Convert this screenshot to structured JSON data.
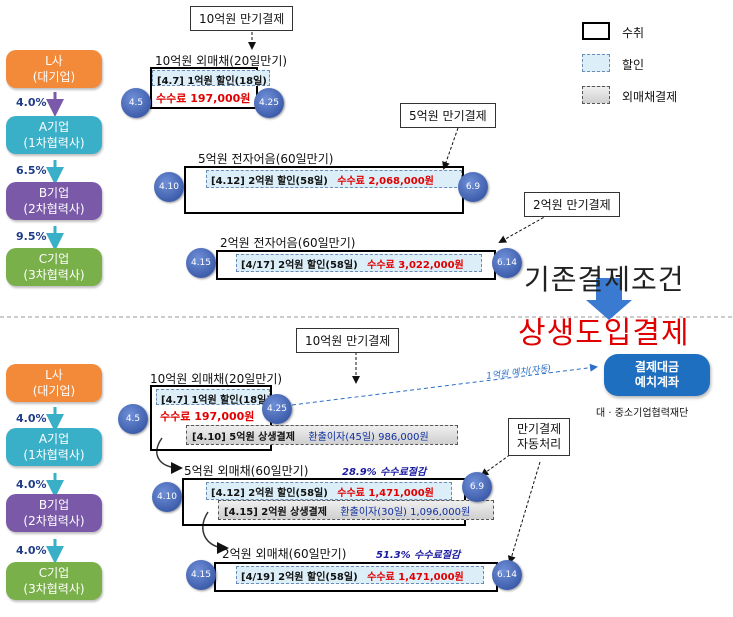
{
  "legend": {
    "receive": "수취",
    "discount": "할인",
    "foreign_settlement": "외매채결제"
  },
  "top": {
    "companies": [
      {
        "name": "L사",
        "sub": "(대기업)"
      },
      {
        "name": "A기업",
        "sub": "(1차협력사)"
      },
      {
        "name": "B기업",
        "sub": "(2차협력사)"
      },
      {
        "name": "C기업",
        "sub": "(3차협력사)"
      }
    ],
    "rates": [
      "4.0%",
      "6.5%",
      "9.5%"
    ],
    "callout1": "10억원 만기결제",
    "callout2": "5억원 만기결제",
    "callout3": "2억원 만기결제",
    "bond1_label": "10억원 외매채(20일만기)",
    "bond1_discount": "[4.7] 1억원 할인(18일)",
    "bond1_fee": "수수료 197,000원",
    "bond1_start": "4.5",
    "bond1_end": "4.25",
    "bond2_label": "5억원 전자어음(60일만기)",
    "bond2_discount": "[4.12] 2억원 할인(58일)",
    "bond2_fee": "수수료 2,068,000원",
    "bond2_start": "4.10",
    "bond2_end": "6.9",
    "bond3_label": "2억원 전자어음(60일만기)",
    "bond3_discount": "[4/17] 2억원 할인(58일)",
    "bond3_fee": "수수료 3,022,000원",
    "bond3_start": "4.15",
    "bond3_end": "6.14"
  },
  "titles": {
    "before": "기존결제조건",
    "after": "상생도입결제"
  },
  "bottom": {
    "companies": [
      {
        "name": "L사",
        "sub": "(대기업)"
      },
      {
        "name": "A기업",
        "sub": "(1차협력사)"
      },
      {
        "name": "B기업",
        "sub": "(2차협력사)"
      },
      {
        "name": "C기업",
        "sub": "(3차협력사)"
      }
    ],
    "rates": [
      "4.0%",
      "4.0%",
      "4.0%"
    ],
    "callout1": "10억원 만기결제",
    "deposit_line1": "결제대금",
    "deposit_line2": "예치계좌",
    "deposit_owner": "대 · 중소기업협력재단",
    "deposit_arrow": "1억원 예치(자동)",
    "auto_line1": "만기결제",
    "auto_line2": "자동처리",
    "bond1_label": "10억원 외매채(20일만기)",
    "bond1_discount": "[4.7] 1억원 할인(18일)",
    "bond1_fee": "수수료 197,000원",
    "bond1_settle": "[4.10] 5억원 상생결제",
    "bond1_interest": "환출이자(45일) 986,000원",
    "bond1_start": "4.5",
    "bond1_end": "4.25",
    "bond2_label": "5억원 외매채(60일만기)",
    "bond2_note": "28.9% 수수료절감",
    "bond2_discount": "[4.12] 2억원 할인(58일)",
    "bond2_fee": "수수료 1,471,000원",
    "bond2_settle": "[4.15] 2억원 상생결제",
    "bond2_interest": "환출이자(30일) 1,096,000원",
    "bond2_start": "4.10",
    "bond2_end": "6.9",
    "bond3_label": "2억원 외매채(60일만기)",
    "bond3_note": "51.3% 수수료절감",
    "bond3_discount": "[4/19] 2억원 할인(58일)",
    "bond3_fee": "수수료 1,471,000원",
    "bond3_start": "4.15",
    "bond3_end": "6.14"
  },
  "colors": {
    "company_L": "#f28a3a",
    "company_A": "#3ab0c8",
    "company_B": "#7a5aa8",
    "company_C": "#7ab04a",
    "fee_red": "#e00000",
    "title_red": "#e00000",
    "circle_blue": "#2a4a9a"
  }
}
